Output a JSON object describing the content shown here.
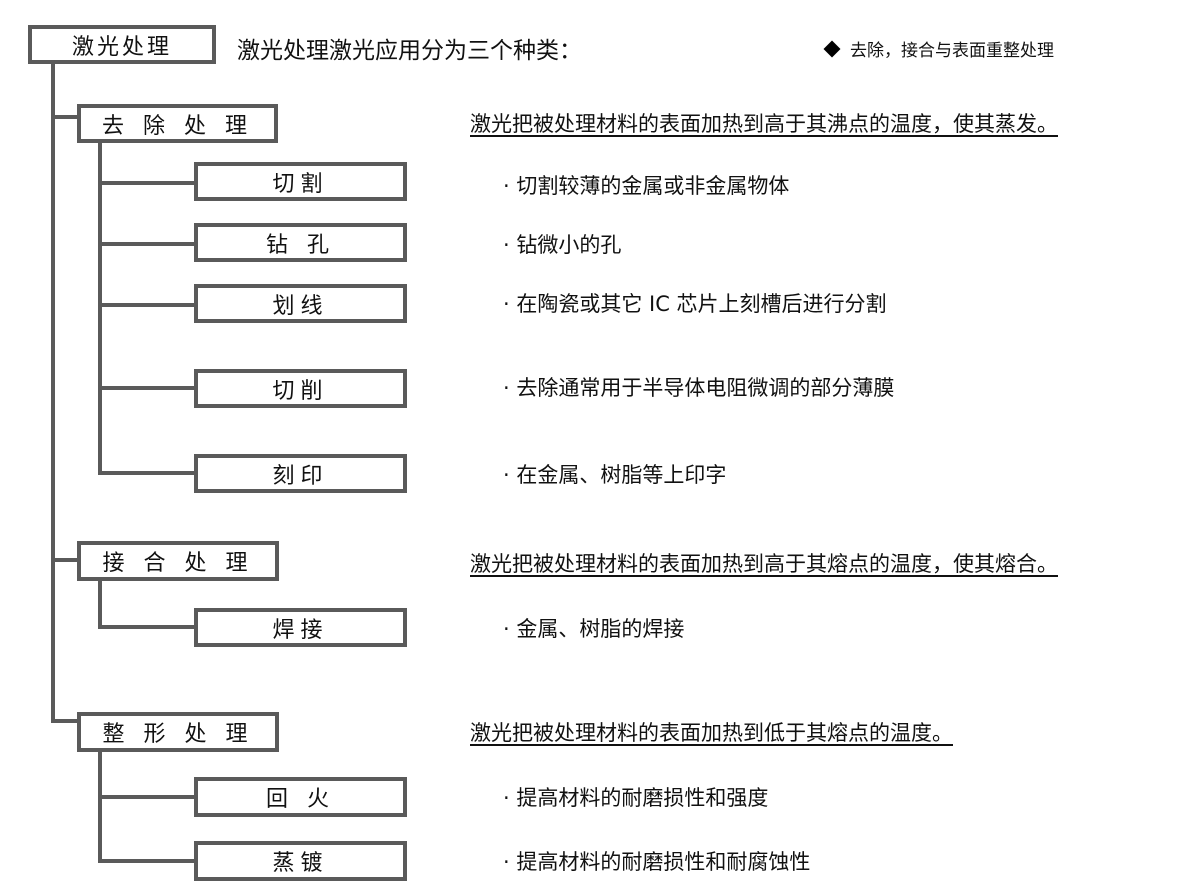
{
  "root": {
    "label": "激光处理",
    "title": "激光处理激光应用分为三个种类："
  },
  "legend": {
    "icon": "diamond-icon",
    "text": "去除，接合与表面重整处理"
  },
  "categories": [
    {
      "label": "去 除 处 理",
      "description": "激光把被处理材料的表面加热到高于其沸点的温度，使其蒸发。",
      "items": [
        {
          "label": "切割",
          "note": "· 切割较薄的金属或非金属物体"
        },
        {
          "label": "钻 孔",
          "note": "· 钻微小的孔"
        },
        {
          "label": "划线",
          "note": "· 在陶瓷或其它 IC 芯片上刻槽后进行分割"
        },
        {
          "label": "切削",
          "note": "· 去除通常用于半导体电阻微调的部分薄膜"
        },
        {
          "label": "刻印",
          "note": "· 在金属、树脂等上印字"
        }
      ]
    },
    {
      "label": "接 合 处 理",
      "description": "激光把被处理材料的表面加热到高于其熔点的温度，使其熔合。",
      "items": [
        {
          "label": "焊接",
          "note": "· 金属、树脂的焊接"
        }
      ]
    },
    {
      "label": "整 形 处 理",
      "description": "激光把被处理材料的表面加热到低于其熔点的温度。",
      "items": [
        {
          "label": "回 火",
          "note": "· 提高材料的耐磨损性和强度"
        },
        {
          "label": "蒸镀",
          "note": "· 提高材料的耐磨损性和耐腐蚀性"
        }
      ]
    }
  ]
}
